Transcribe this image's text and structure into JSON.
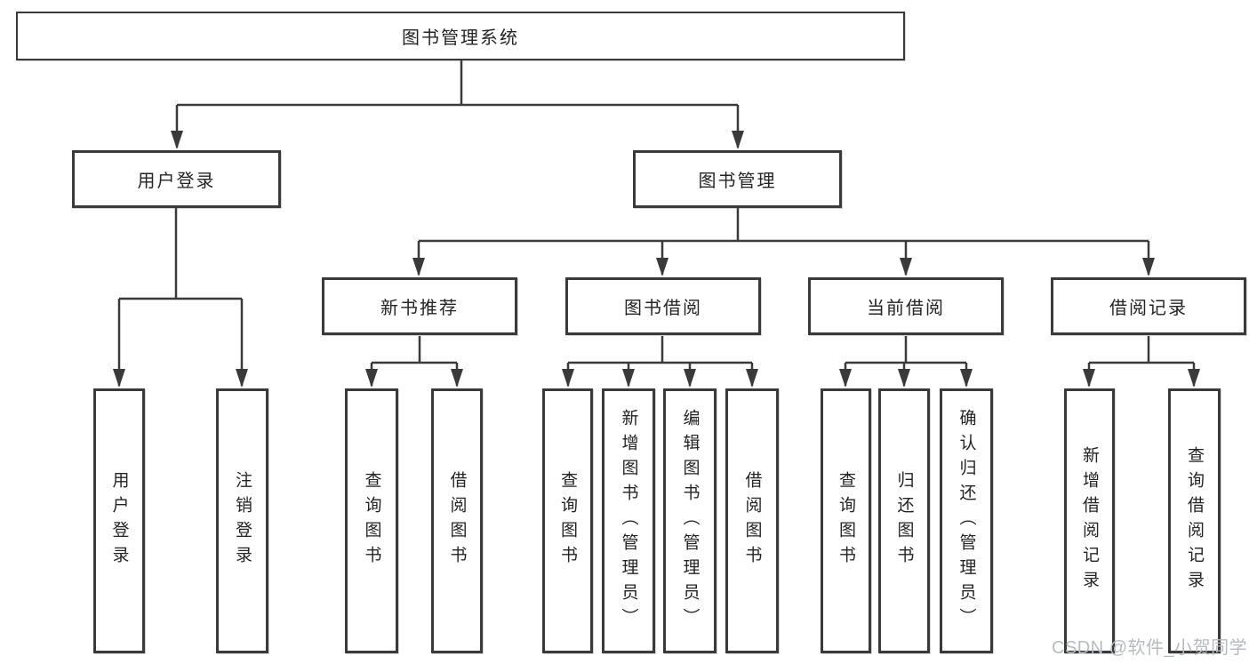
{
  "tree": {
    "label": "图书管理系统",
    "children": [
      {
        "label": "用户登录",
        "children": [
          {
            "label": "用户登录"
          },
          {
            "label": "注销登录"
          }
        ]
      },
      {
        "label": "图书管理",
        "children": [
          {
            "label": "新书推荐",
            "children": [
              {
                "label": "查询图书"
              },
              {
                "label": "借阅图书"
              }
            ]
          },
          {
            "label": "图书借阅",
            "children": [
              {
                "label": "查询图书"
              },
              {
                "label": "新增图书（管理员）"
              },
              {
                "label": "编辑图书（管理员）"
              },
              {
                "label": "借阅图书"
              }
            ]
          },
          {
            "label": "当前借阅",
            "children": [
              {
                "label": "查询图书"
              },
              {
                "label": "归还图书"
              },
              {
                "label": "确认归还（管理员）"
              }
            ]
          },
          {
            "label": "借阅记录",
            "children": [
              {
                "label": "新增借阅记录"
              },
              {
                "label": "查询借阅记录"
              }
            ]
          }
        ]
      }
    ]
  },
  "watermark": {
    "text": "CSDN @软件_小贺同学"
  },
  "colors": {
    "line": "#3a3a3a",
    "box_border": "#3a3a3a",
    "text": "#242424",
    "watermark": "#b7bbc1",
    "background": "#ffffff"
  }
}
